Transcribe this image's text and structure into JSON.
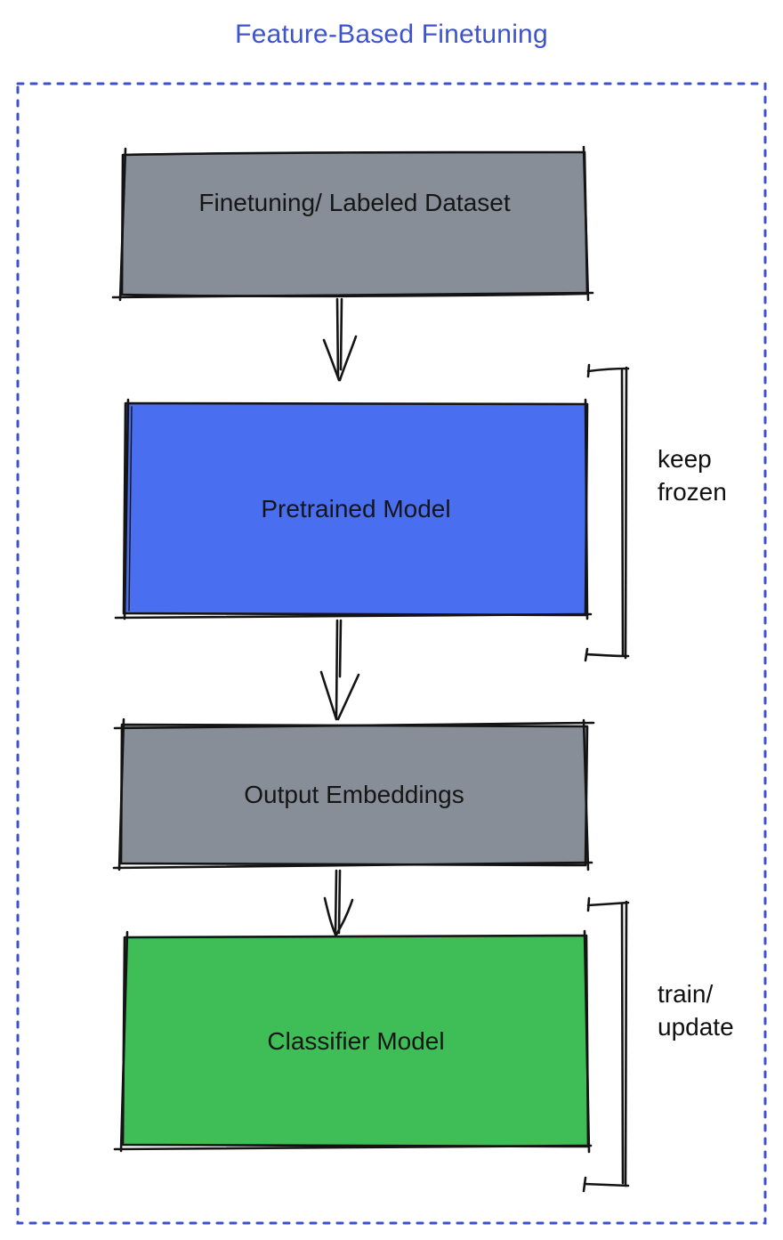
{
  "title": {
    "text": "Feature-Based Finetuning"
  },
  "colors": {
    "title_blue": "#3e54cf",
    "frame_blue": "#3b50c9",
    "box_gray": "#878e97",
    "box_blue": "#4a6ef0",
    "box_green": "#3fbd57",
    "ink_black": "#141414"
  },
  "boxes": [
    {
      "label": "Finetuning/ Labeled Dataset"
    },
    {
      "label": "Pretrained Model"
    },
    {
      "label": "Output Embeddings"
    },
    {
      "label": "Classifier Model"
    }
  ],
  "annotations": [
    {
      "lines": [
        "keep",
        "frozen"
      ]
    },
    {
      "lines": [
        "train/",
        "update"
      ]
    }
  ]
}
